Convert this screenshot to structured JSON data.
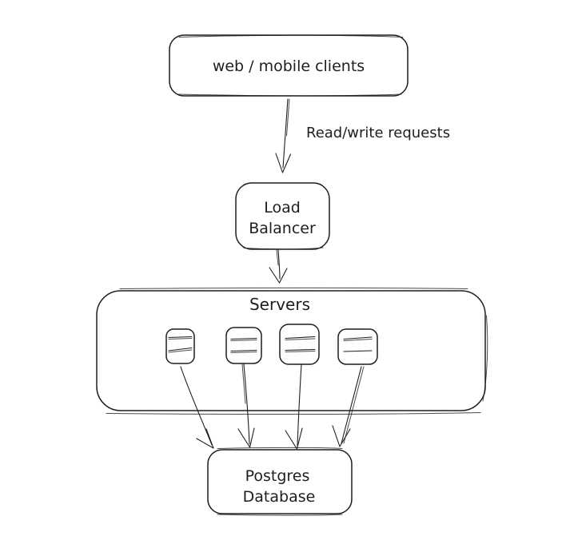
{
  "canvas": {
    "background_color": "#ffffff",
    "stroke_color": "#1e1e1e",
    "style": "hand-drawn sketch diagram"
  },
  "diagram": {
    "nodes": {
      "clients": {
        "label": "web / mobile clients"
      },
      "load_balancer": {
        "line1": "Load",
        "line2": "Balancer"
      },
      "servers_group": {
        "label": "Servers",
        "server_count": 4
      },
      "database": {
        "line1": "Postgres",
        "line2": "Database"
      }
    },
    "edges": {
      "clients_to_load_balancer": {
        "label": "Read/write requests"
      },
      "load_balancer_to_servers": {
        "label": ""
      },
      "servers_to_database": {
        "count": 4
      }
    },
    "icons": {
      "server_icon": "rounded square with two horizontal lines"
    }
  }
}
